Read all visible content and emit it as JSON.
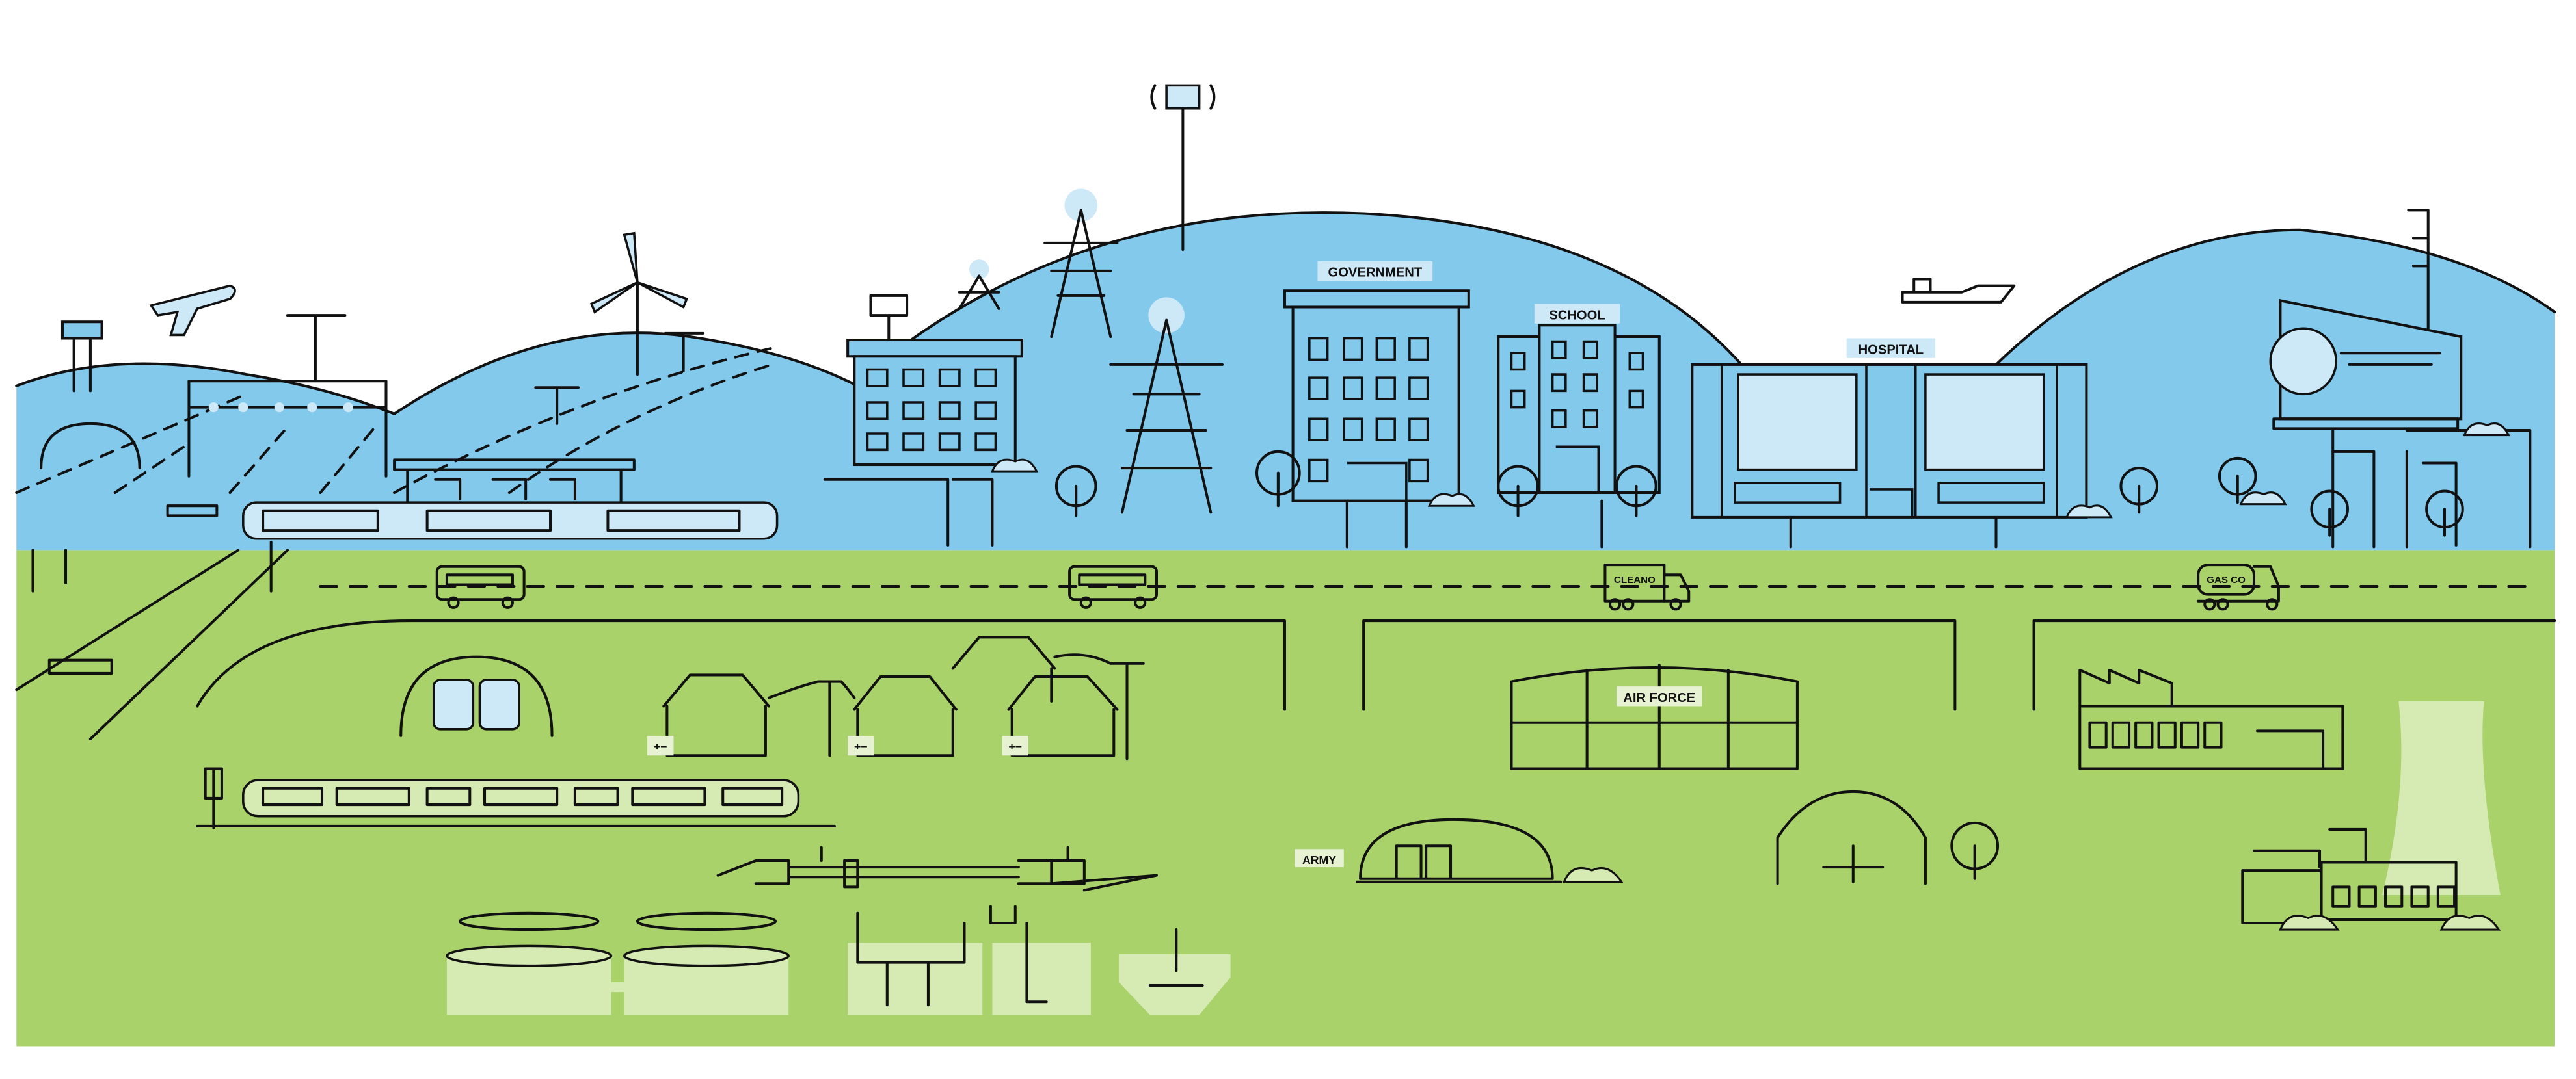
{
  "labels": {
    "government": "GOVERNMENT",
    "school": "SCHOOL",
    "hospital": "HOSPITAL",
    "air_force": "AIR FORCE",
    "army": "ARMY",
    "truck_cleaning": "CLEANO",
    "truck_gas": "GAS CO",
    "battery_symbol": "+−"
  },
  "colors": {
    "sky": "#ffffff",
    "hills_blue": "#82c9ec",
    "ground_green": "#a9d26a",
    "light_green": "#d6eab3",
    "light_blue": "#cde8f6",
    "outline": "#111111"
  }
}
